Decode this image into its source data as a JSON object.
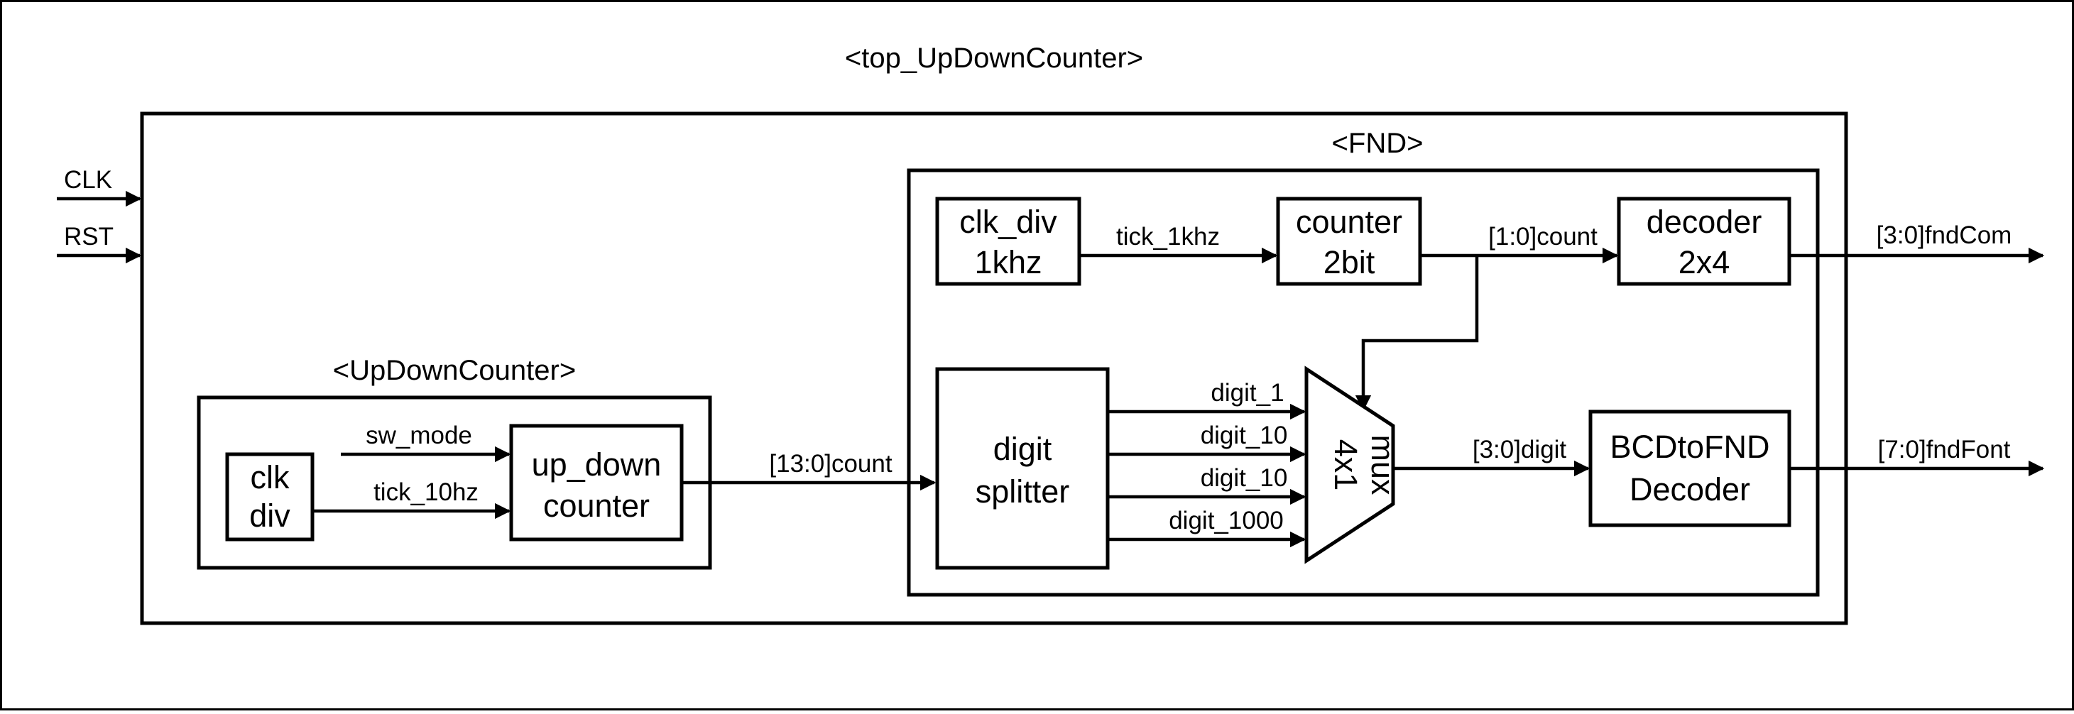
{
  "diagram": {
    "title": "<top_UpDownCounter>",
    "inputs": {
      "clk": "CLK",
      "rst": "RST"
    },
    "updown_module": {
      "title": "<UpDownCounter>",
      "clk_div": [
        "clk",
        "div"
      ],
      "up_down_counter": [
        "up_down",
        "counter"
      ],
      "signals": {
        "sw_mode": "sw_mode",
        "tick_10hz": "tick_10hz"
      }
    },
    "count_bus": "[13:0]count",
    "fnd_module": {
      "title": "<FND>",
      "clk_div_1khz": [
        "clk_div",
        "1khz"
      ],
      "counter_2bit": [
        "counter",
        "2bit"
      ],
      "decoder_2x4": [
        "decoder",
        "2x4"
      ],
      "digit_splitter": [
        "digit",
        "splitter"
      ],
      "mux": [
        "mux",
        "4x1"
      ],
      "bcd_decoder": [
        "BCDtoFND",
        "Decoder"
      ],
      "signals": {
        "tick_1khz": "tick_1khz",
        "count_2bit": "[1:0]count",
        "digit_1": "digit_1",
        "digit_10_a": "digit_10",
        "digit_10_b": "digit_10",
        "digit_1000": "digit_1000",
        "digit_bus": "[3:0]digit"
      }
    },
    "outputs": {
      "fnd_com": "[3:0]fndCom",
      "fnd_font": "[7:0]fndFont"
    },
    "colors": {
      "line": "#000000",
      "background": "#ffffff"
    }
  }
}
